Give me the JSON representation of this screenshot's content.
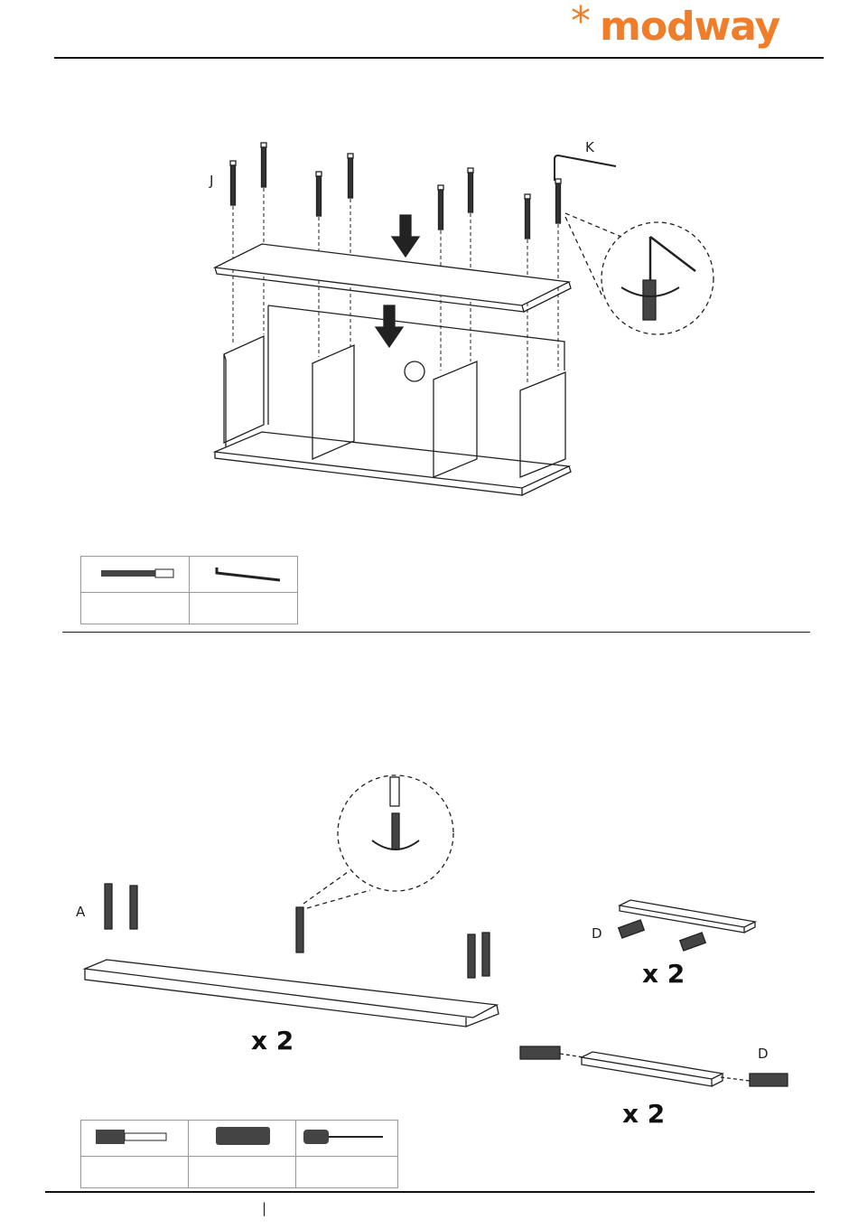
{
  "brand": {
    "logo_mark": "*",
    "logo_text": "modway",
    "accent_color": "#f07d2a"
  },
  "step_top": {
    "labels": {
      "bolt": "J",
      "key": "K"
    },
    "parts_table": {
      "cells": [
        "",
        ""
      ]
    }
  },
  "step_bottom": {
    "labels": {
      "cam_bolt": "A",
      "dowel_right_1": "D",
      "dowel_right_2": "D"
    },
    "multipliers": {
      "rail": "x 2",
      "crossbar_top": "x 2",
      "crossbar_bottom": "x 2"
    },
    "parts_table": {
      "cells": [
        "",
        "",
        ""
      ]
    }
  },
  "footer": {
    "divider_glyph": "|"
  }
}
